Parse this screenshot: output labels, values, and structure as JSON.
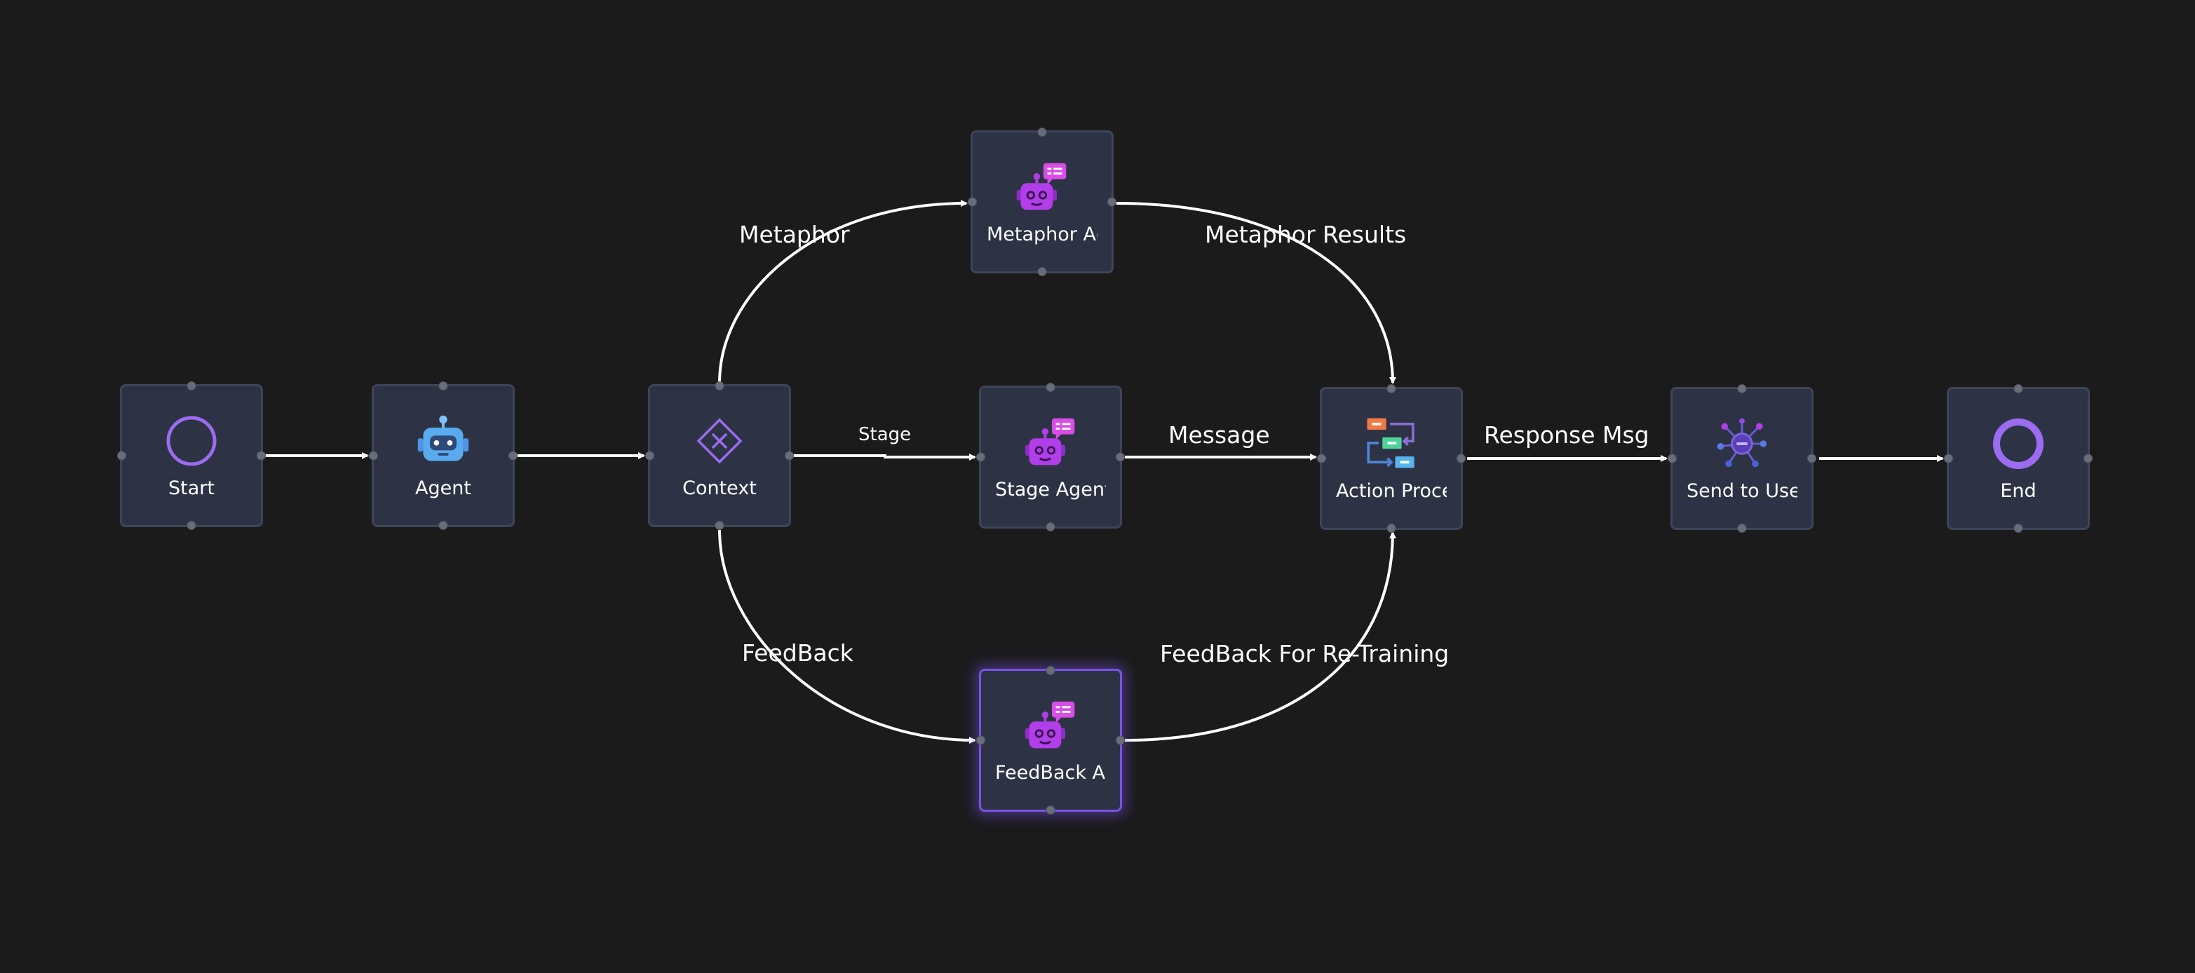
{
  "colors": {
    "background": "#1b1b1c",
    "node_fill": "#2d3344",
    "node_border": "#3e4558",
    "selected_glow": "#7b52e6",
    "edge": "#ffffff",
    "accent_purple": "#9b6cf0",
    "agent_magenta": "#b13ee8",
    "robot_blue": "#5aaaf0"
  },
  "nodes": {
    "start": {
      "label": "Start",
      "icon": "circle-outline-icon"
    },
    "agent": {
      "label": "Agent",
      "icon": "robot-icon"
    },
    "context": {
      "label": "Context",
      "icon": "diamond-x-icon"
    },
    "metaphor_agent": {
      "label": "Metaphor Ag",
      "icon": "chat-robot-icon"
    },
    "stage_agent": {
      "label": "Stage Agent",
      "icon": "chat-robot-icon"
    },
    "feedback_agent": {
      "label": "FeedBack Ag",
      "icon": "chat-robot-icon",
      "selected": true
    },
    "action_processor": {
      "label": "Action Proce",
      "icon": "process-flow-icon"
    },
    "send_to_user": {
      "label": "Send to User",
      "icon": "api-network-icon"
    },
    "end": {
      "label": "End",
      "icon": "circle-thick-outline-icon"
    }
  },
  "edges": {
    "start_agent": {
      "label": ""
    },
    "agent_context": {
      "label": ""
    },
    "context_stage": {
      "label": "Stage"
    },
    "context_metaphor": {
      "label": "Metaphor"
    },
    "context_feedback": {
      "label": "FeedBack"
    },
    "stage_action": {
      "label": "Message"
    },
    "metaphor_action": {
      "label": "Metaphor Results"
    },
    "feedback_action": {
      "label": "FeedBack For Re-Training"
    },
    "action_send": {
      "label": "Response Msg"
    },
    "send_end": {
      "label": ""
    }
  }
}
